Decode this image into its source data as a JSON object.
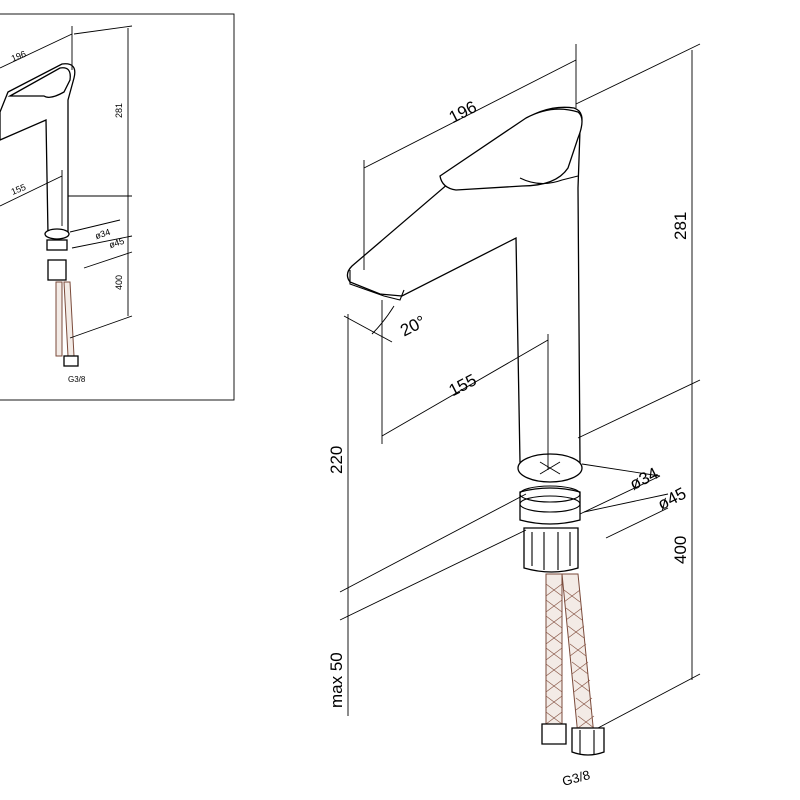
{
  "main_view": {
    "spout_length": "196",
    "body_height": "281",
    "spout_angle": "20°",
    "spout_reach": "155",
    "spout_clearance": "220",
    "base_diameter": "ø34",
    "flange_diameter": "ø45",
    "hose_length": "400",
    "max_thickness": "max 50",
    "connection": "G3/8"
  },
  "inset_view": {
    "spout_length": "196",
    "body_height": "281",
    "spout_reach": "155",
    "base_diameter": "ø34",
    "flange_diameter": "ø45",
    "hose_length": "400",
    "connection": "G3/8"
  }
}
